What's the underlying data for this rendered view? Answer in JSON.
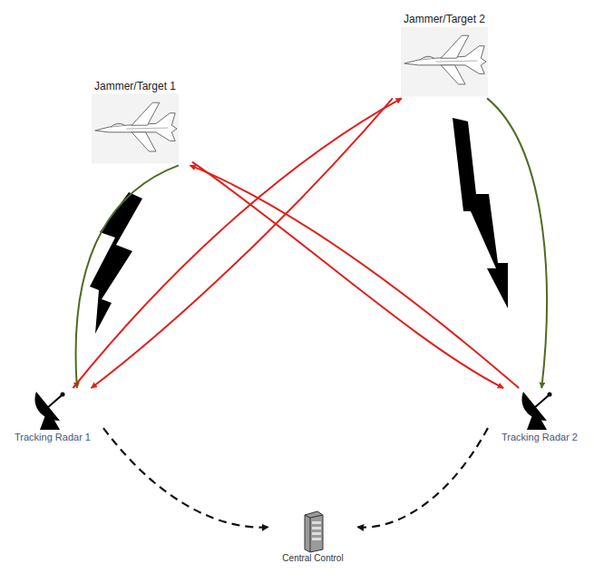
{
  "diagram": {
    "nodes": [
      {
        "text": [
          "Jammer/Target 1"
        ]
      },
      {
        "text": [
          "Jammer/Target 2"
        ]
      },
      {
        "text": [
          "Tracking Radar 1"
        ]
      },
      {
        "text": [
          "Tracking Radar 2"
        ]
      },
      {
        "text": [
          "Central Control"
        ]
      }
    ],
    "edges": [
      {
        "from": 0,
        "to": 2,
        "arrow": "to"
      },
      {
        "from": 1,
        "to": 3,
        "arrow": "to"
      },
      {
        "from": 2,
        "to": 1,
        "arrow": "to"
      },
      {
        "from": 1,
        "to": 2,
        "arrow": "to"
      },
      {
        "from": 3,
        "to": 0,
        "arrow": "to"
      },
      {
        "from": 0,
        "to": 3,
        "arrow": "to"
      },
      {
        "from": 2,
        "to": 4,
        "arrow": "to"
      },
      {
        "from": 3,
        "to": 4,
        "arrow": "to"
      }
    ]
  }
}
